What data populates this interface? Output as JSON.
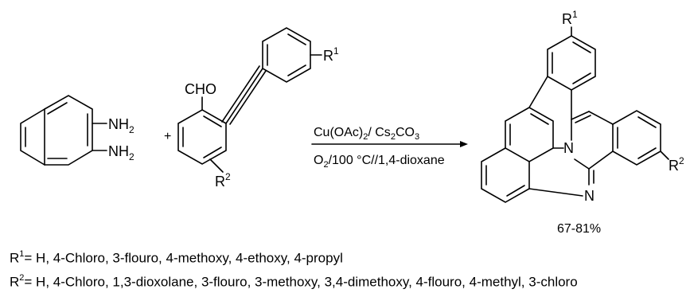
{
  "reactants": {
    "diamine": {
      "label_a": "NH",
      "label_a_sub": "2",
      "label_b": "NH",
      "label_b_sub": "2"
    },
    "plus": "+",
    "aldehyde": {
      "group": "CHO",
      "r1": "R",
      "r1_sup": "1",
      "r2": "R",
      "r2_sup": "2"
    }
  },
  "conditions": {
    "above": {
      "t1": "Cu(OAc)",
      "s1": "2",
      "t2": "/ Cs",
      "s2": "2",
      "t3": "CO",
      "s3": "3"
    },
    "below": {
      "t1": "O",
      "s1": "2",
      "t2": "/100 °C//1,4-dioxane"
    }
  },
  "product": {
    "r1": "R",
    "r1_sup": "1",
    "r2": "R",
    "r2_sup": "2",
    "n_top": "N",
    "n_bottom": "N",
    "yield": "67-81%"
  },
  "substituents": {
    "r1": {
      "label": "R",
      "sup": "1",
      "text": "= H, 4-Chloro, 3-flouro, 4-methoxy, 4-ethoxy, 4-propyl"
    },
    "r2": {
      "label": "R",
      "sup": "2",
      "text": "= H, 4-Chloro, 1,3-dioxolane, 3-flouro, 3-methoxy, 3,4-dimethoxy, 4-flouro, 4-methyl, 3-chloro"
    }
  }
}
